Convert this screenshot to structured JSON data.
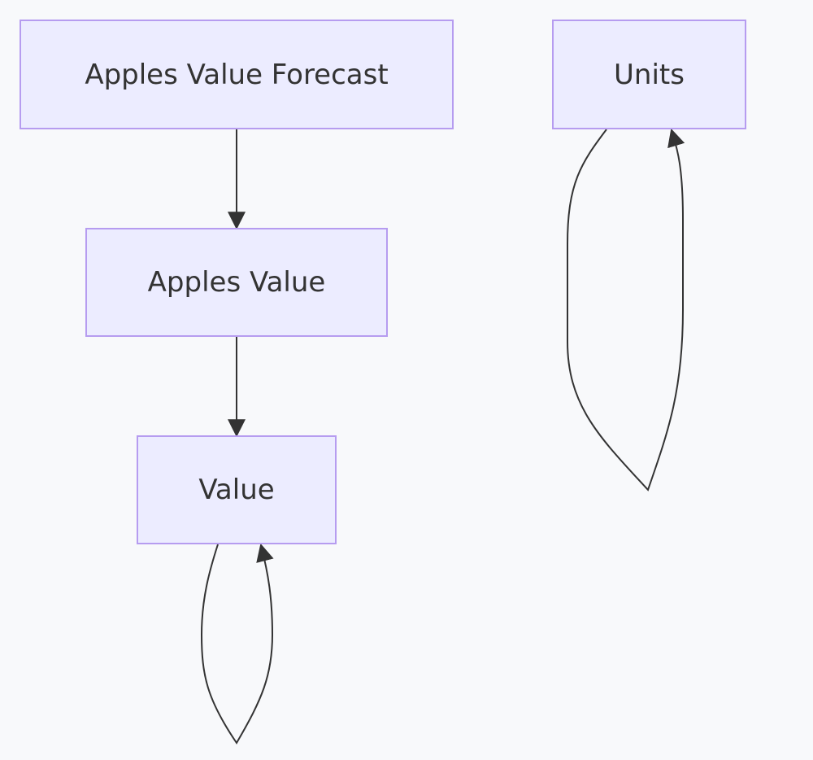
{
  "diagram": {
    "type": "flowchart",
    "direction": "top-down",
    "nodes": [
      {
        "id": "forecast",
        "label": "Apples Value Forecast"
      },
      {
        "id": "apples",
        "label": "Apples Value"
      },
      {
        "id": "value",
        "label": "Value"
      },
      {
        "id": "units",
        "label": "Units"
      }
    ],
    "edges": [
      {
        "from": "forecast",
        "to": "apples"
      },
      {
        "from": "apples",
        "to": "value"
      },
      {
        "from": "value",
        "to": "value"
      },
      {
        "from": "units",
        "to": "units"
      }
    ],
    "colors": {
      "node_fill": "#ececff",
      "node_border": "#b69cf0",
      "edge": "#333333",
      "background": "#f8f9fb",
      "text": "#333333"
    }
  }
}
